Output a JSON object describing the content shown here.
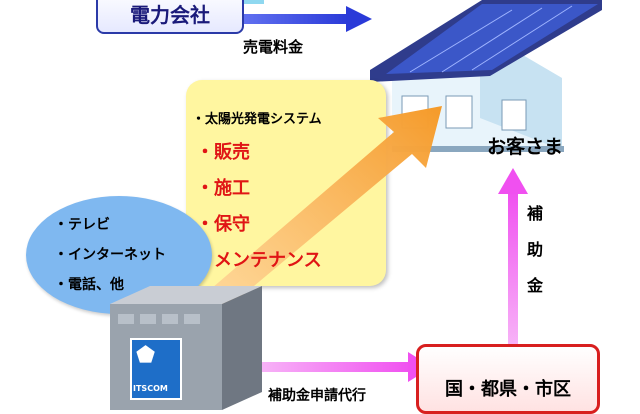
{
  "power_company": {
    "label": "電力会社"
  },
  "sell_electricity": {
    "label": "売電料金"
  },
  "customer": {
    "label": "お客さま"
  },
  "services": {
    "title": "・太陽光発電システム",
    "items": [
      "・販売",
      "・施工",
      "・保守",
      "・メンテナンス"
    ]
  },
  "media": {
    "items": [
      "・テレビ",
      "・インターネット",
      "・電話、他"
    ]
  },
  "itscom": {
    "logo_text": "ITSCOM"
  },
  "application_proxy": {
    "label": "補助金申請代行"
  },
  "government": {
    "label": "国・都県・市区"
  },
  "subsidy": {
    "label": "補助金"
  },
  "colors": {
    "blue_arrow": "#3a4fe0",
    "orange_arrow": "#f5a23a",
    "magenta_arrow": "#f25cf2",
    "highlight_red": "#e01515",
    "services_bg": "#fff6a0",
    "bubble_bg": "#7fb8f0"
  }
}
